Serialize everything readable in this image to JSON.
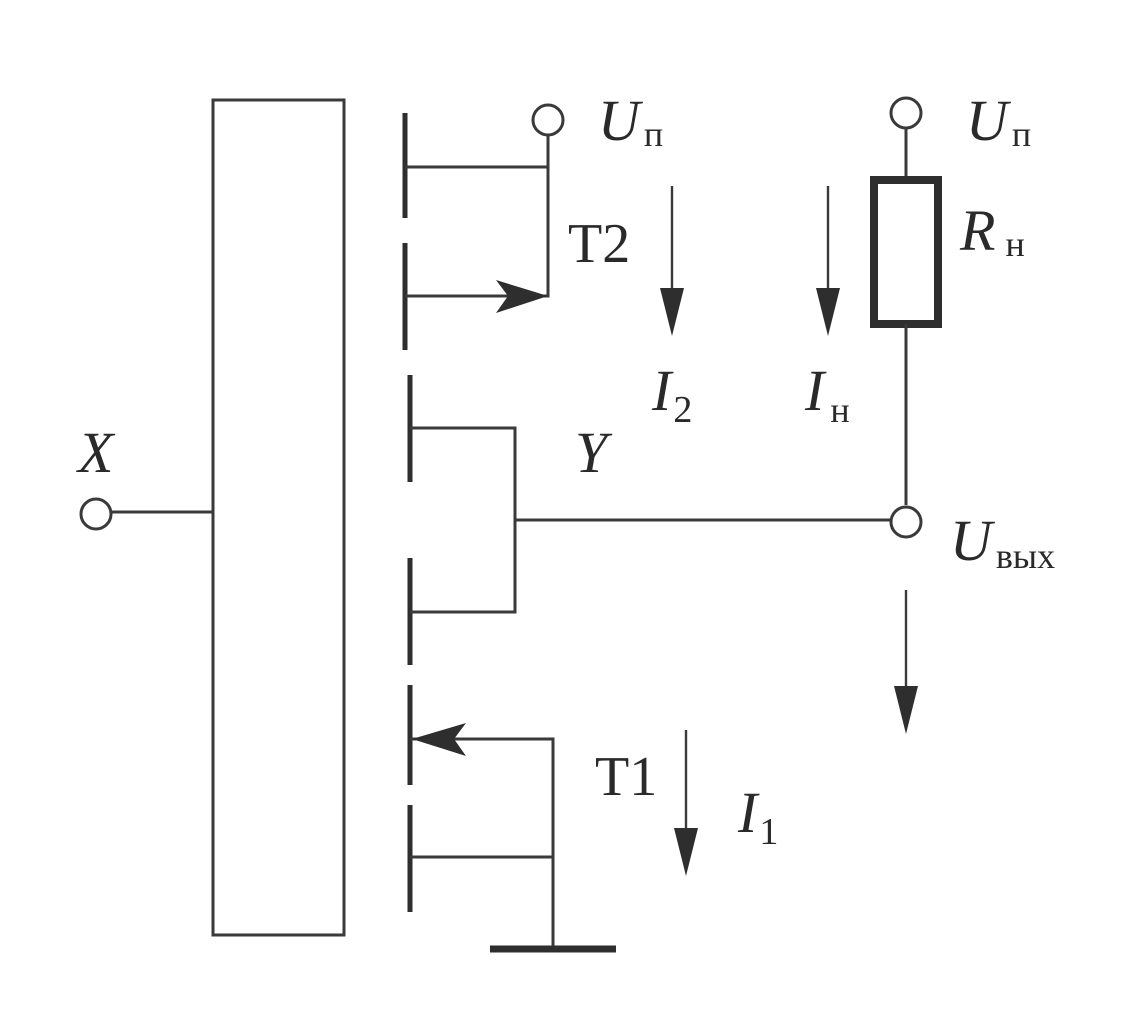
{
  "labels": {
    "supply_left": {
      "main": "U",
      "sub": "п"
    },
    "supply_right": {
      "main": "U",
      "sub": "п"
    },
    "load_resistor": {
      "main": "R",
      "sub": "н"
    },
    "transistor_top": "T2",
    "transistor_bottom": "T1",
    "current_2": {
      "main": "I",
      "sub": "2"
    },
    "current_load": {
      "main": "I",
      "sub": "н"
    },
    "current_1": {
      "main": "I",
      "sub": "1"
    },
    "node_y": "Y",
    "input_x": "X",
    "output": {
      "main": "U",
      "sub": "вых"
    }
  }
}
